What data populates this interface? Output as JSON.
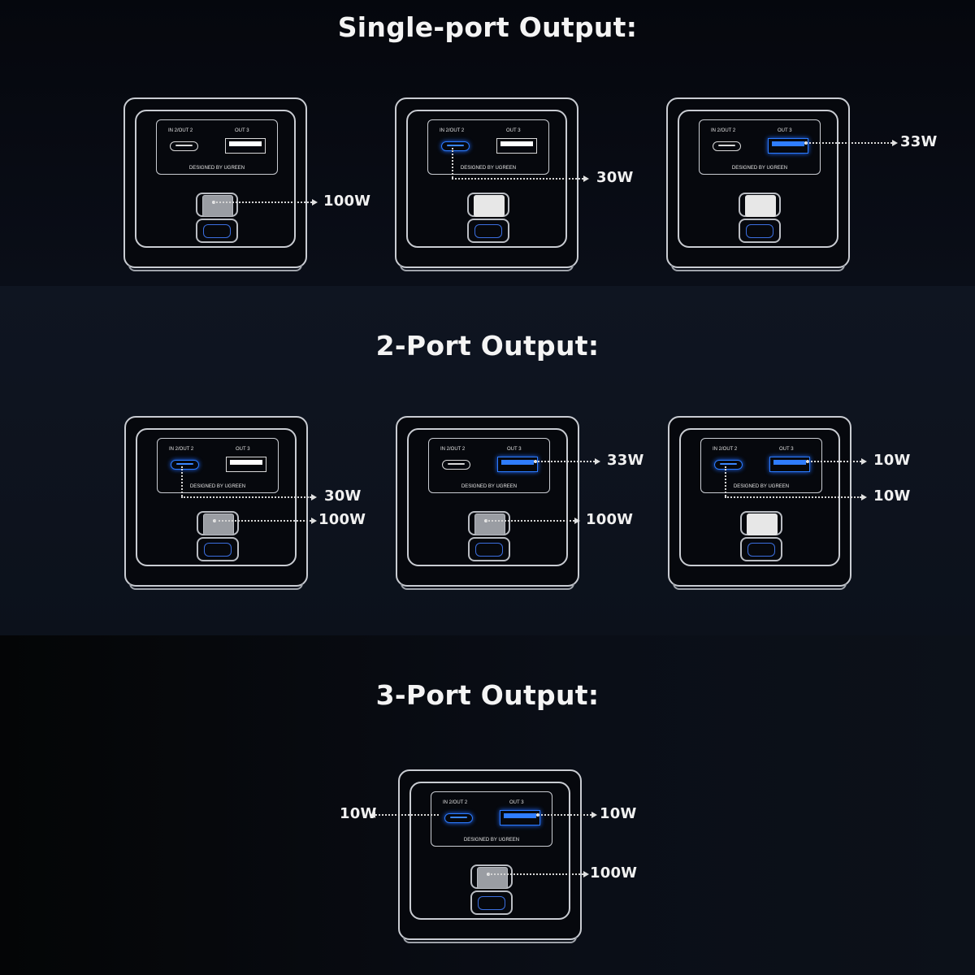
{
  "labels": {
    "port_c": "IN 2/OUT 2",
    "port_a": "OUT 3",
    "designed_by": "DESIGNED BY UGREEN"
  },
  "sections": [
    {
      "title": "Single-port Output:",
      "chargers": [
        {
          "active": [
            "c1"
          ],
          "outputs": [
            {
              "port": "c1",
              "watts": "100W"
            }
          ]
        },
        {
          "active": [
            "c2"
          ],
          "outputs": [
            {
              "port": "c2",
              "watts": "30W"
            }
          ]
        },
        {
          "active": [
            "a"
          ],
          "outputs": [
            {
              "port": "a",
              "watts": "33W"
            }
          ]
        }
      ]
    },
    {
      "title": "2-Port Output:",
      "chargers": [
        {
          "active": [
            "c1",
            "c2"
          ],
          "outputs": [
            {
              "port": "c2",
              "watts": "30W"
            },
            {
              "port": "c1",
              "watts": "100W"
            }
          ]
        },
        {
          "active": [
            "c1",
            "a"
          ],
          "outputs": [
            {
              "port": "a",
              "watts": "33W"
            },
            {
              "port": "c1",
              "watts": "100W"
            }
          ]
        },
        {
          "active": [
            "c2",
            "a"
          ],
          "outputs": [
            {
              "port": "a",
              "watts": "10W"
            },
            {
              "port": "c2",
              "watts": "10W"
            }
          ]
        }
      ]
    },
    {
      "title": "3-Port Output:",
      "chargers": [
        {
          "active": [
            "c1",
            "c2",
            "a"
          ],
          "outputs": [
            {
              "port": "c2",
              "watts": "10W"
            },
            {
              "port": "a",
              "watts": "10W"
            },
            {
              "port": "c1",
              "watts": "100W"
            }
          ]
        }
      ]
    }
  ],
  "colors": {
    "active_port": "#2c7bff",
    "outline": "#c9ccd2",
    "text": "#f4f4f4"
  }
}
